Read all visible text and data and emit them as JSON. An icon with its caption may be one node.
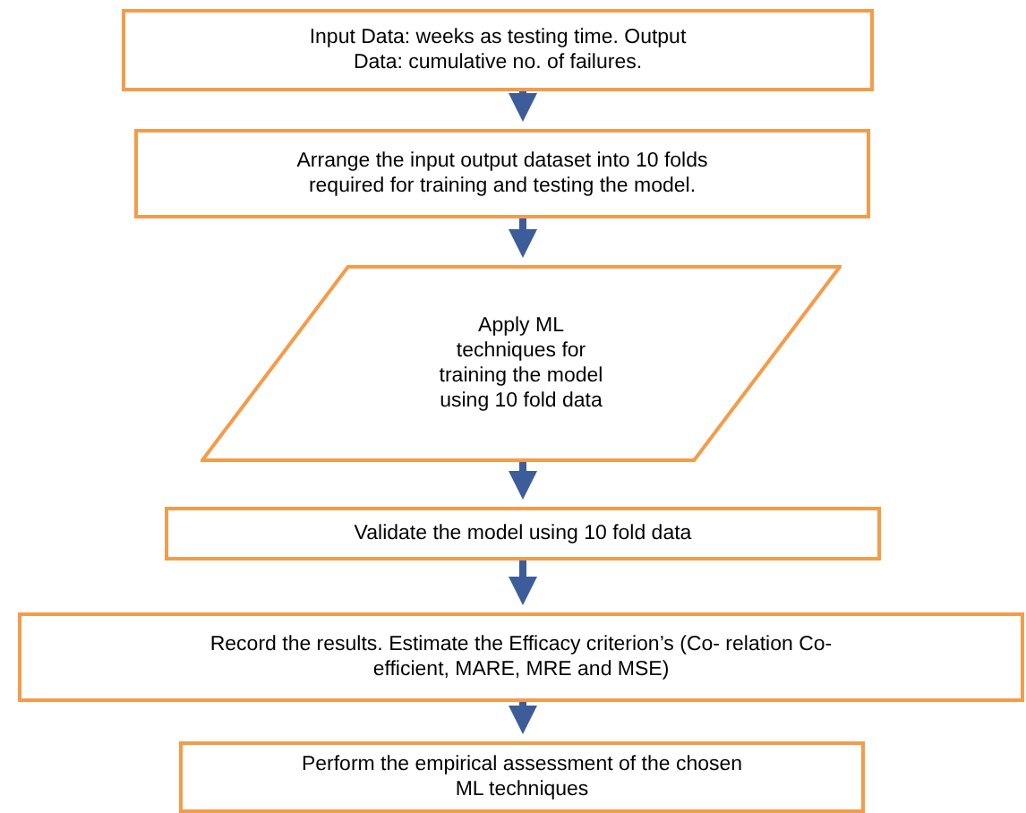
{
  "diagram": {
    "nodes": [
      {
        "text": [
          "Input Data: weeks as testing time. Output Data: cumulative no. of failures."
        ]
      },
      {
        "text": [
          "Arrange the input output dataset into 10 folds required for training and testing the model."
        ]
      },
      {
        "text": [
          "Apply ML techniques for training the model using 10 fold data"
        ]
      },
      {
        "text": [
          "Validate the model using 10 fold data"
        ]
      },
      {
        "text": [
          "Record the results. Estimate the Efficacy criterion’s (Co- relation Co- efficient, MARE, MRE and MSE)"
        ]
      },
      {
        "text": [
          "Perform the empirical assessment of the chosen ML techniques"
        ]
      }
    ],
    "edges": [
      {
        "from": 0,
        "to": 1,
        "arrow": "to"
      },
      {
        "from": 1,
        "to": 2,
        "arrow": "to"
      },
      {
        "from": 2,
        "to": 3,
        "arrow": "to"
      },
      {
        "from": 3,
        "to": 4,
        "arrow": "to"
      },
      {
        "from": 4,
        "to": 5,
        "arrow": "to"
      }
    ]
  }
}
